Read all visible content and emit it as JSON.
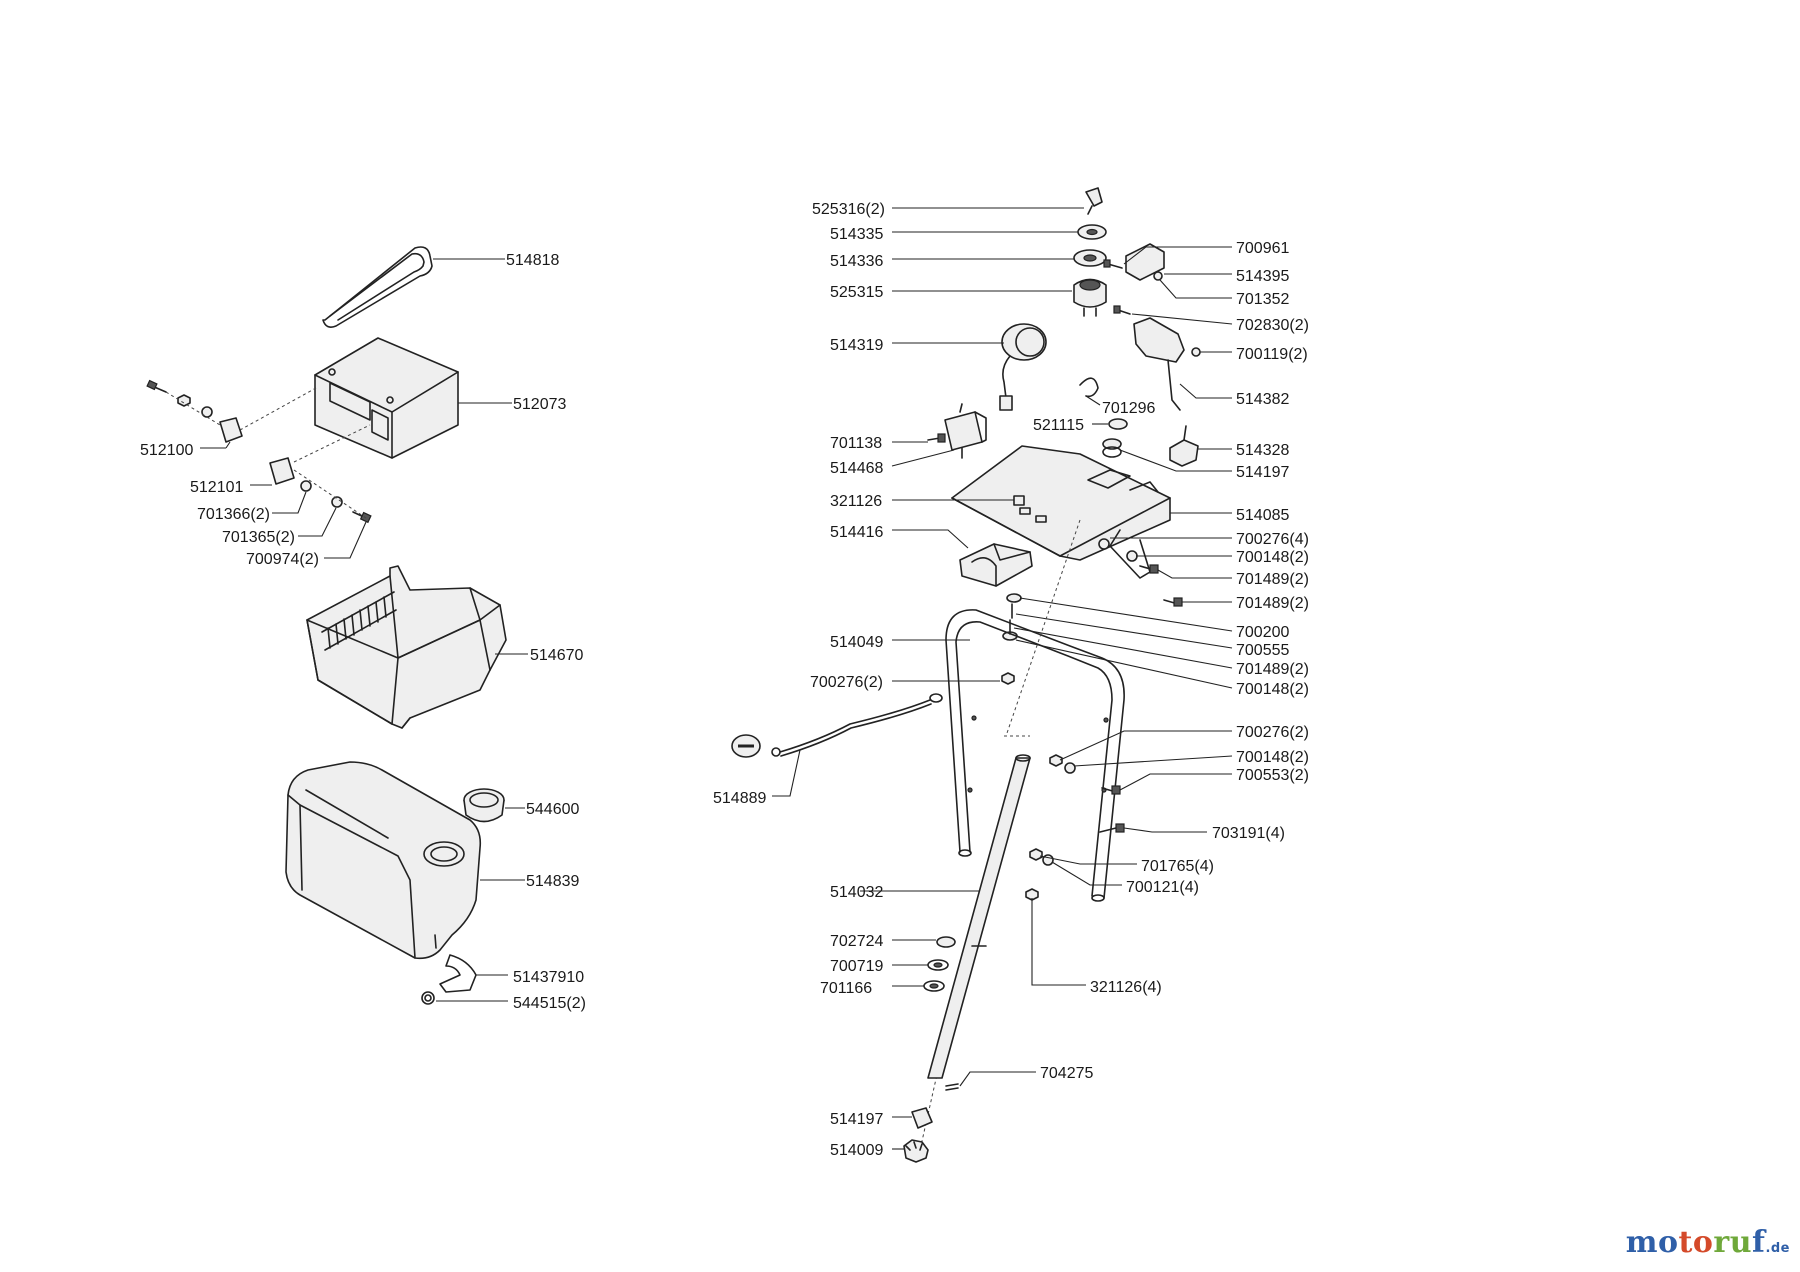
{
  "labels": {
    "l514818": "514818",
    "l512073": "512073",
    "l512100": "512100",
    "l512101": "512101",
    "l701366": "701366(2)",
    "l701365": "701365(2)",
    "l700974": "700974(2)",
    "l514670": "514670",
    "l544600": "544600",
    "l514839": "514839",
    "l51437910": "51437910",
    "l544515": "544515(2)",
    "l525316": "525316(2)",
    "l514335": "514335",
    "l514336": "514336",
    "l525315": "525315",
    "l514319": "514319",
    "l701138": "701138",
    "l514468": "514468",
    "l321126": "321126",
    "l514416": "514416",
    "l514049": "514049",
    "l700276a": "700276(2)",
    "l514889": "514889",
    "l514032": "514032",
    "l702724": "702724",
    "l700719": "700719",
    "l701166": "701166",
    "l514197b": "514197",
    "l514009": "514009",
    "l700961": "700961",
    "l514395": "514395",
    "l701352": "701352",
    "l702830": "702830(2)",
    "l700119": "700119(2)",
    "l701296": "701296",
    "l514382": "514382",
    "l521115": "521115",
    "l514328": "514328",
    "l514197a": "514197",
    "l514085": "514085",
    "l700276b": "700276(4)",
    "l700148a": "700148(2)",
    "l701489a": "701489(2)",
    "l701489b": "701489(2)",
    "l700200": "700200",
    "l700555": "700555",
    "l701489c": "701489(2)",
    "l700148b": "700148(2)",
    "l700276c": "700276(2)",
    "l700148c": "700148(2)",
    "l700553": "700553(2)",
    "l703191": "703191(4)",
    "l701765": "701765(4)",
    "l700121": "700121(4)",
    "l321126b": "321126(4)",
    "l704275": "704275"
  },
  "brand": {
    "part1": "mo",
    "part2": "to",
    "part3": "ru",
    "part4": "f",
    "tld": ".de"
  },
  "colors": {
    "brand_blue": "#2f5fa8",
    "brand_red": "#d44a2a",
    "brand_green": "#6fa83a"
  }
}
